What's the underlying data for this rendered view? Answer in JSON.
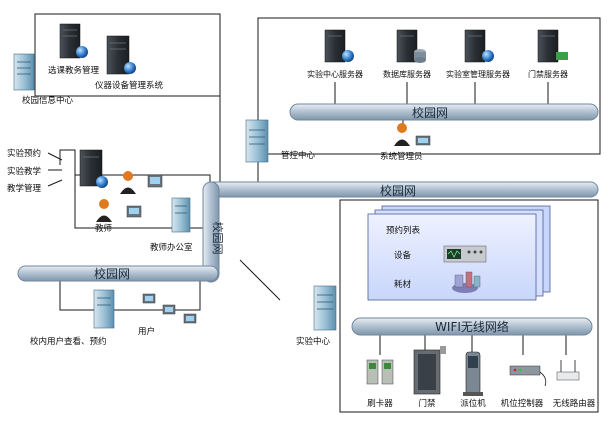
{
  "colors": {
    "pipe_fill": "#aebfce",
    "pipe_stroke": "#6f879e",
    "line": "#1a1a1a",
    "server_dark": "#2d3238",
    "server_blue": "#6fa7c6",
    "panel_blue": "#d8e3ff"
  },
  "nodes": {
    "campus_info_center": "校园信息中心",
    "course_system": "选课教务管理",
    "equipment_system": "仪器设备管理系统",
    "lab_center_server": "实验中心服务器",
    "database_server": "数据库服务器",
    "lab_mgmt_server": "实验室管理服务器",
    "access_server": "门禁服务器",
    "control_center": "管控中心",
    "sys_admin": "系统管理员",
    "lab_booking": "实验预约",
    "lab_teaching": "实验教学",
    "teaching_mgmt": "教学管理",
    "teacher": "教师",
    "teacher_office": "教师办公室",
    "user": "用户",
    "campus_user": "校内用户查看、预约",
    "lab_center": "实验中心",
    "card_reader": "刷卡器",
    "door": "门禁",
    "dispenser": "派位机",
    "seat_controller": "机位控制器",
    "wireless_router": "无线路由器"
  },
  "panel": {
    "booking_list": "预约列表",
    "equipment": "设备",
    "consumables": "耗材"
  },
  "networks": {
    "campus_net_top": "校园网",
    "campus_net_mid": "校园网",
    "campus_net_vertical": "校园网",
    "campus_net_left": "校园网",
    "wifi": "WIFI无线网络"
  }
}
